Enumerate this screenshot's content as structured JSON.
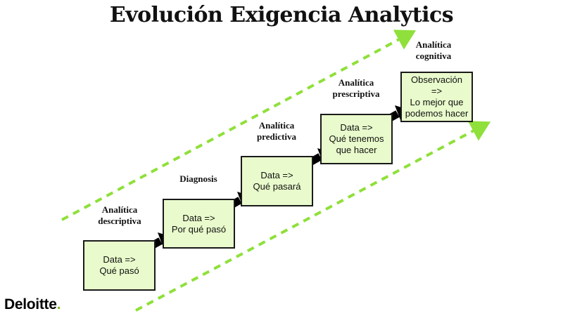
{
  "title": "Evolución Exigencia Analytics",
  "colors": {
    "accent_green": "#8fe03a",
    "box_fill": "#e9fbcc",
    "box_border": "#1a1a1a",
    "arrow": "#000000",
    "brand_dot": "#86bc25"
  },
  "stages": [
    {
      "label": "Analítica\ndescriptiva",
      "box_text": "Data =>\nQué pasó"
    },
    {
      "label": "Diagnosis",
      "box_text": "Data =>\nPor qué pasó"
    },
    {
      "label": "Analítica\npredictiva",
      "box_text": "Data =>\nQué pasará"
    },
    {
      "label": "Analítica\nprescriptiva",
      "box_text": "Data =>\nQué tenemos\nque hacer"
    },
    {
      "label": "Analítica\ncognitiva",
      "box_text": "Observación\n=>\nLo mejor que\npodemos hacer"
    }
  ],
  "brand": {
    "name": "Deloitte",
    "dot": "."
  }
}
